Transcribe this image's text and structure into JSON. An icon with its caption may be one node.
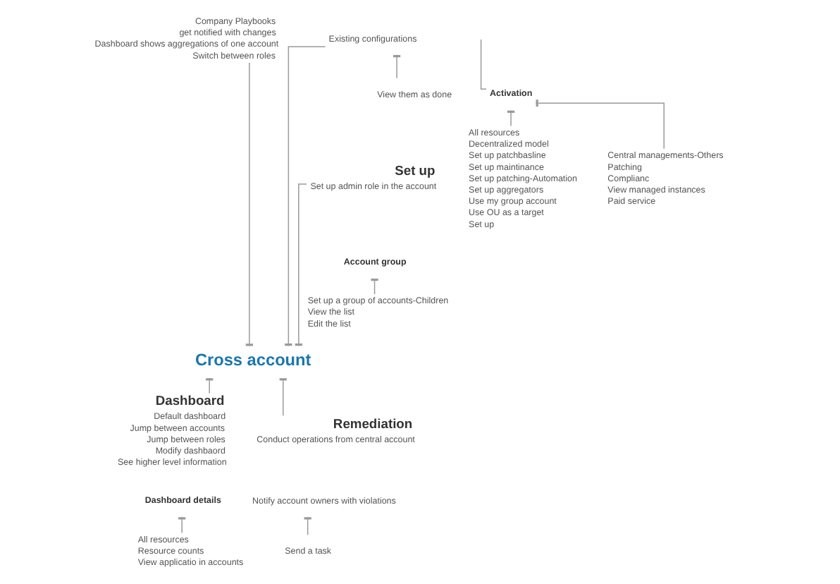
{
  "diagram": {
    "nodes": [
      {
        "text": [
          "Company Playbooks",
          "get notified with changes",
          "Dashboard shows aggregations of one account",
          "Switch between roles"
        ]
      },
      {
        "text": [
          "Existing configurations"
        ]
      },
      {
        "text": [
          "View them as done"
        ]
      },
      {
        "text": [
          "Activation"
        ]
      },
      {
        "text": [
          "All resources",
          "Decentralized model",
          "Set up patchbasline",
          "Set up maintinance",
          "Set up patching-Automation",
          "Set up aggregators",
          "Use my group account",
          "Use OU as a target",
          "Set up"
        ]
      },
      {
        "text": [
          "Central managements-Others",
          "Patching",
          "Complianc",
          "View managed instances",
          "Paid service"
        ]
      },
      {
        "text": [
          "Set up",
          "Set up admin role in the account"
        ]
      },
      {
        "text": [
          "Account group"
        ]
      },
      {
        "text": [
          "Set up a group of accounts-Children",
          "View the list",
          "Edit the list"
        ]
      },
      {
        "text": [
          "Cross account"
        ]
      },
      {
        "text": [
          "Dashboard",
          "Default dashboard",
          "Jump between accounts",
          "Jump between roles",
          "Modify dashbaord",
          "See higher level information"
        ]
      },
      {
        "text": [
          "Dashboard details"
        ]
      },
      {
        "text": [
          "All resources",
          "Resource counts",
          "View applicatio in accounts"
        ]
      },
      {
        "text": [
          "Remediation",
          "Conduct operations from central account"
        ]
      },
      {
        "text": [
          "Notify account owners with violations"
        ]
      },
      {
        "text": [
          "Send a task"
        ]
      }
    ],
    "edges": [
      {
        "from": 9,
        "to": 0,
        "arrow": "other"
      },
      {
        "from": 9,
        "to": 1,
        "arrow": "other"
      },
      {
        "from": 9,
        "to": 6,
        "arrow": "other"
      },
      {
        "from": 9,
        "to": 10,
        "arrow": "other"
      },
      {
        "from": 9,
        "to": 13,
        "arrow": "other"
      },
      {
        "from": 1,
        "to": 2,
        "arrow": "other"
      },
      {
        "from": null,
        "to": 3,
        "arrow": "none"
      },
      {
        "from": 3,
        "to": 4,
        "arrow": "other"
      },
      {
        "from": 3,
        "to": 5,
        "arrow": "other"
      },
      {
        "from": 7,
        "to": 8,
        "arrow": "other"
      },
      {
        "from": 11,
        "to": 12,
        "arrow": "other"
      },
      {
        "from": 14,
        "to": 15,
        "arrow": "other"
      }
    ]
  }
}
